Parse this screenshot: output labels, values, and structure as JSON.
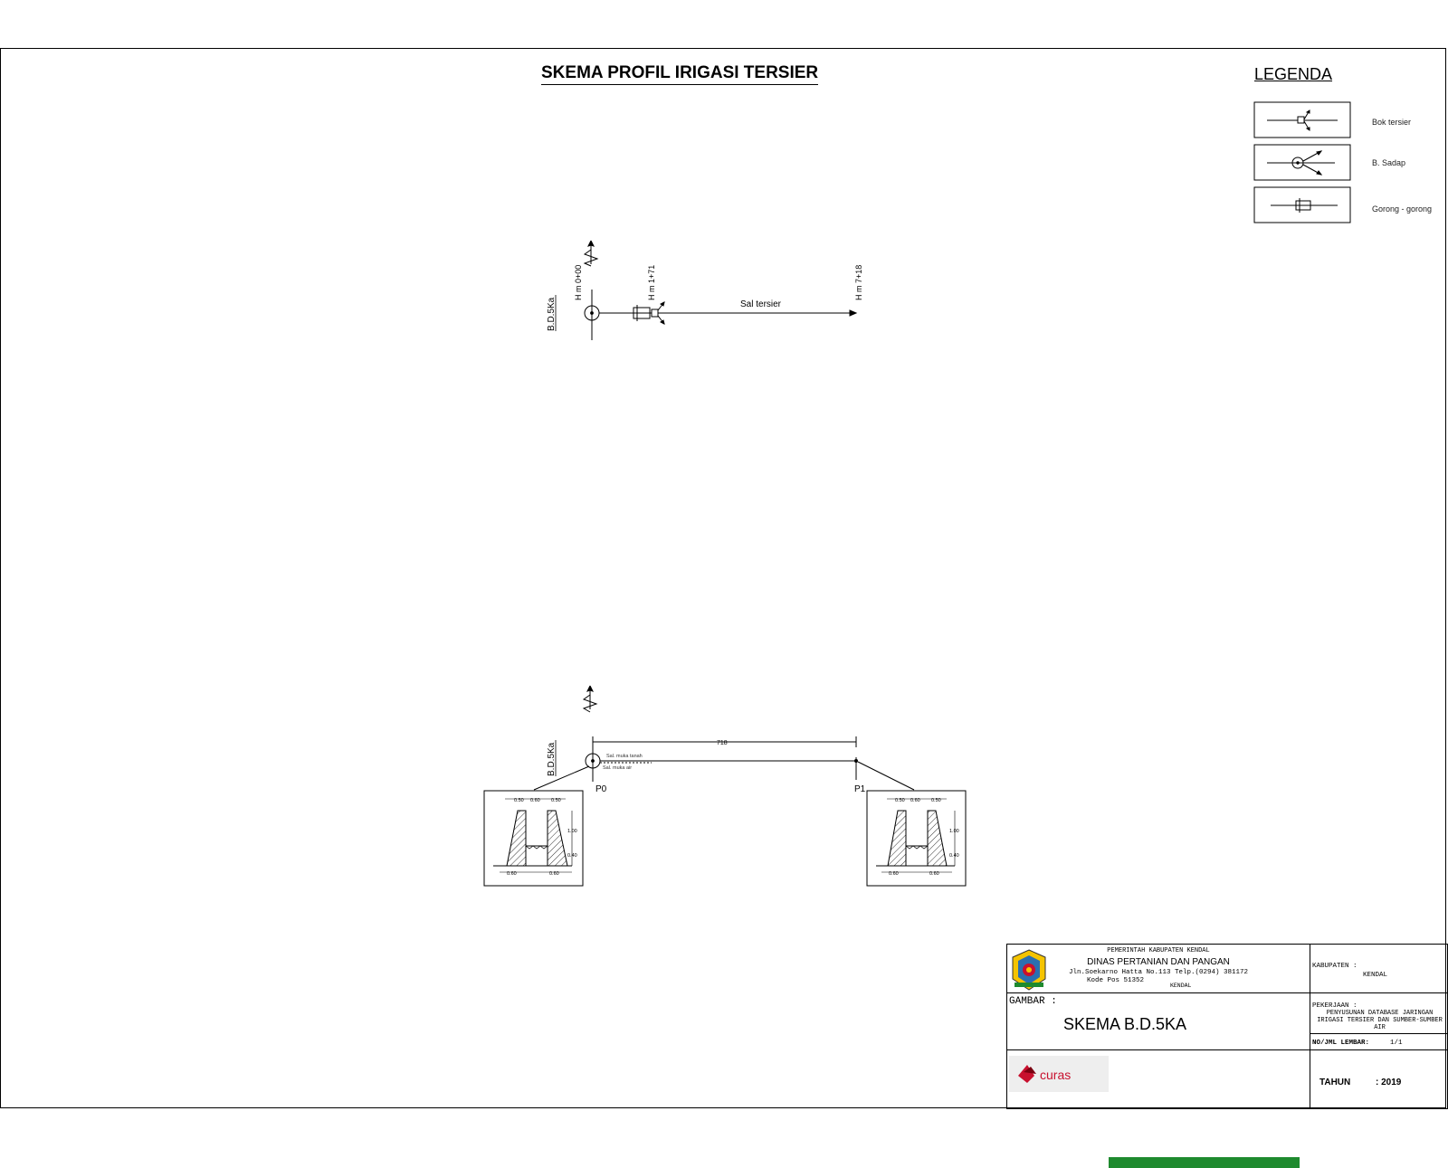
{
  "title": "SKEMA PROFIL IRIGASI TERSIER",
  "legend": {
    "title": "LEGENDA",
    "items": [
      {
        "label": "Bok tersier"
      },
      {
        "label": "B. Sadap"
      },
      {
        "label": "Gorong - gorong"
      }
    ]
  },
  "schema": {
    "code_label": "B.D.5Ka",
    "stations": [
      "H m 0+00",
      "H m 1+71",
      "H m 7+18"
    ],
    "channel_label": "Sal tersier"
  },
  "profile": {
    "code_label": "B.D.5Ka",
    "length_label": "718",
    "point_labels": [
      "P0",
      "P1"
    ],
    "line_labels": [
      "Sal. muka tanah",
      "Sal. muka air"
    ],
    "section_dims": {
      "top": [
        "0.50",
        "0.60",
        "0.50"
      ],
      "height": "1.00",
      "freeboard": "0.40",
      "bottom": [
        "0.60",
        "0.60"
      ]
    }
  },
  "title_block": {
    "gov": "PEMERINTAH KABUPATEN KENDAL",
    "agency": "DINAS PERTANIAN DAN PANGAN",
    "address": "Jln.Soekarno Hatta No.113 Telp.(0294) 381172",
    "postal": "Kode Pos 51352",
    "city": "KENDAL",
    "gambar_label": "GAMBAR :",
    "drawing_title": "SKEMA B.D.5KA",
    "company_logo": "curas",
    "kabupaten_label": "KABUPATEN :",
    "kabupaten_value": "KENDAL",
    "pekerjaan_label": "PEKERJAAN :",
    "pekerjaan_value": "PENYUSUNAN DATABASE JARINGAN IRIGASI TERSIER DAN SUMBER-SUMBER AIR",
    "sheet_label": "NO/JML LEMBAR:",
    "sheet_value": "1/1",
    "year_label": "TAHUN",
    "year_value": ": 2019"
  },
  "colors": {
    "ink": "#000000",
    "green_strip": "#1e8a2e",
    "logo_red": "#c8102e",
    "emblem_yellow": "#f5c400"
  }
}
